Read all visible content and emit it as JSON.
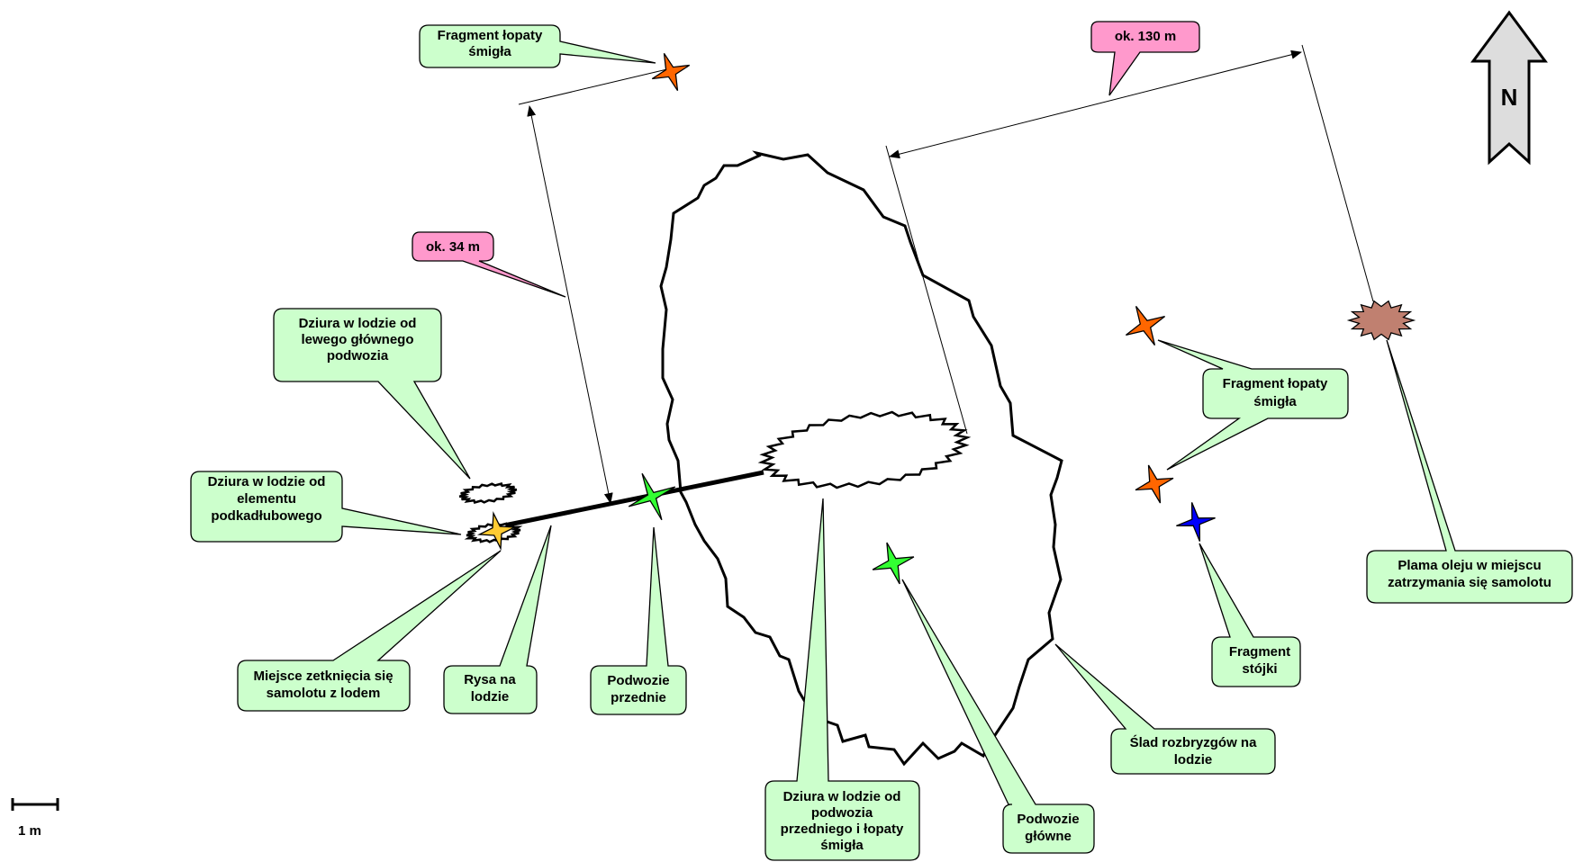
{
  "labels": {
    "fragment_lopaty_top": [
      "Fragment  łopaty",
      "śmigła"
    ],
    "fragment_lopaty_right": [
      "Fragment  łopaty",
      "śmigła"
    ],
    "dziura_lewego": [
      "Dziura w lodzie od",
      "lewego głównego",
      "podwozia"
    ],
    "dziura_podkadlubowego": [
      "Dziura w lodzie od",
      "elementu",
      "podkadłubowego"
    ],
    "miejsce_zetkniecia": [
      "Miejsce zetknięcia się",
      "samolotu z lodem"
    ],
    "rysa": [
      "Rysa na",
      "lodzie"
    ],
    "podwozie_przednie": [
      "Podwozie",
      "przednie"
    ],
    "dziura_przedniego": [
      "Dziura w lodzie od",
      "podwozia",
      "przedniego i łopaty",
      "śmigła"
    ],
    "podwozie_glowne": [
      "Podwozie",
      "główne"
    ],
    "slad": [
      "Ślad rozbryzgów na",
      "lodzie"
    ],
    "fragment_stojki": [
      "Fragment",
      "stójki"
    ],
    "plama": [
      "Plama oleju w miejscu",
      "zatrzymania się samolotu"
    ]
  },
  "distances": {
    "short": "ok. 34 m",
    "long": "ok. 130 m"
  },
  "north_label": "N",
  "scale_label": "1 m",
  "colors": {
    "callout_fill": "#ccffcc",
    "distance_fill": "#ff99cc",
    "star_orange": "#ff6600",
    "star_green": "#33ff33",
    "star_blue": "#0000ff",
    "star_yellow": "#ffcc33",
    "oil_stain": "#c08070",
    "north_arrow": "#dddddd"
  }
}
